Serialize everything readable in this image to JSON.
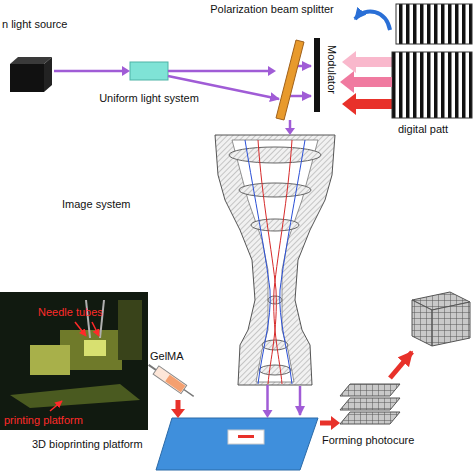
{
  "diagram": {
    "nodes": [
      {
        "text": [
          "n light source"
        ]
      },
      {
        "text": [
          "Uniform light system"
        ]
      },
      {
        "text": [
          "Polarization beam splitter"
        ]
      },
      {
        "text": [
          "Modulator"
        ]
      },
      {
        "text": [
          "digital patt"
        ]
      },
      {
        "text": [
          "Image system"
        ]
      },
      {
        "text": [
          "Needle tubes",
          "printing platform"
        ]
      },
      {
        "text": [
          "GelMA"
        ]
      },
      {
        "text": [
          "3D bioprinting platform"
        ]
      },
      {
        "text": [
          "Forming photocure"
        ]
      }
    ],
    "edges": [
      {
        "from": 0,
        "to": 1,
        "arrow": "to"
      },
      {
        "from": 1,
        "to": 2,
        "arrow": "to"
      },
      {
        "from": 4,
        "to": 3,
        "arrow": "to"
      },
      {
        "from": 2,
        "to": 5,
        "arrow": "to"
      },
      {
        "from": 5,
        "to": 8,
        "arrow": "to"
      },
      {
        "from": 7,
        "to": 8,
        "arrow": "to"
      },
      {
        "from": 8,
        "to": 9,
        "arrow": "to"
      }
    ]
  }
}
